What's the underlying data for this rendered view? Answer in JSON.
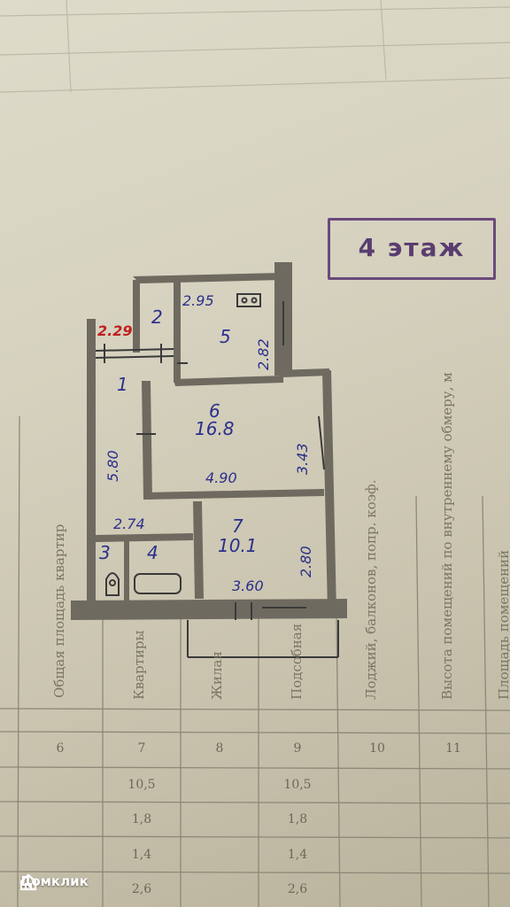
{
  "stamp": {
    "text": "4 этаж",
    "color": "#5a3d70"
  },
  "plan": {
    "ink_color": "#2a2f8a",
    "red_label": "2.29",
    "rooms": {
      "r1": "1",
      "r2": "2",
      "r3": "3",
      "r4": "4",
      "r5": "5",
      "r6_num": "6",
      "r6_area": "16.8",
      "r7_num": "7",
      "r7_area": "10.1"
    },
    "dims": {
      "d_295": "2.95",
      "d_282": "2.82",
      "d_580": "5.80",
      "d_343": "3.43",
      "d_490": "4.90",
      "d_274": "2.74",
      "d_280": "2.80",
      "d_360": "3.60"
    }
  },
  "table": {
    "headers": {
      "c6": "Общая площадь квартир",
      "c7": "Квартиры",
      "c8": "Жилая",
      "c9": "Подсобная",
      "c10": "Лоджий, балконов, попр. коэф.",
      "c11": "Высота помещений по внутреннему обмеру, м",
      "c12": "Площадь помещений"
    },
    "column_numbers": {
      "c6": "6",
      "c7": "7",
      "c8": "8",
      "c9": "9",
      "c10": "10",
      "c11": "11"
    },
    "rows": [
      {
        "c7": "10,5",
        "c9": "10,5"
      },
      {
        "c7": "1,8",
        "c9": "1,8"
      },
      {
        "c7": "1,4",
        "c9": "1,4"
      },
      {
        "c7": "2,6",
        "c9": "2,6"
      }
    ]
  },
  "watermark": {
    "text": "Домклик",
    "icon": "house-logo-icon"
  }
}
